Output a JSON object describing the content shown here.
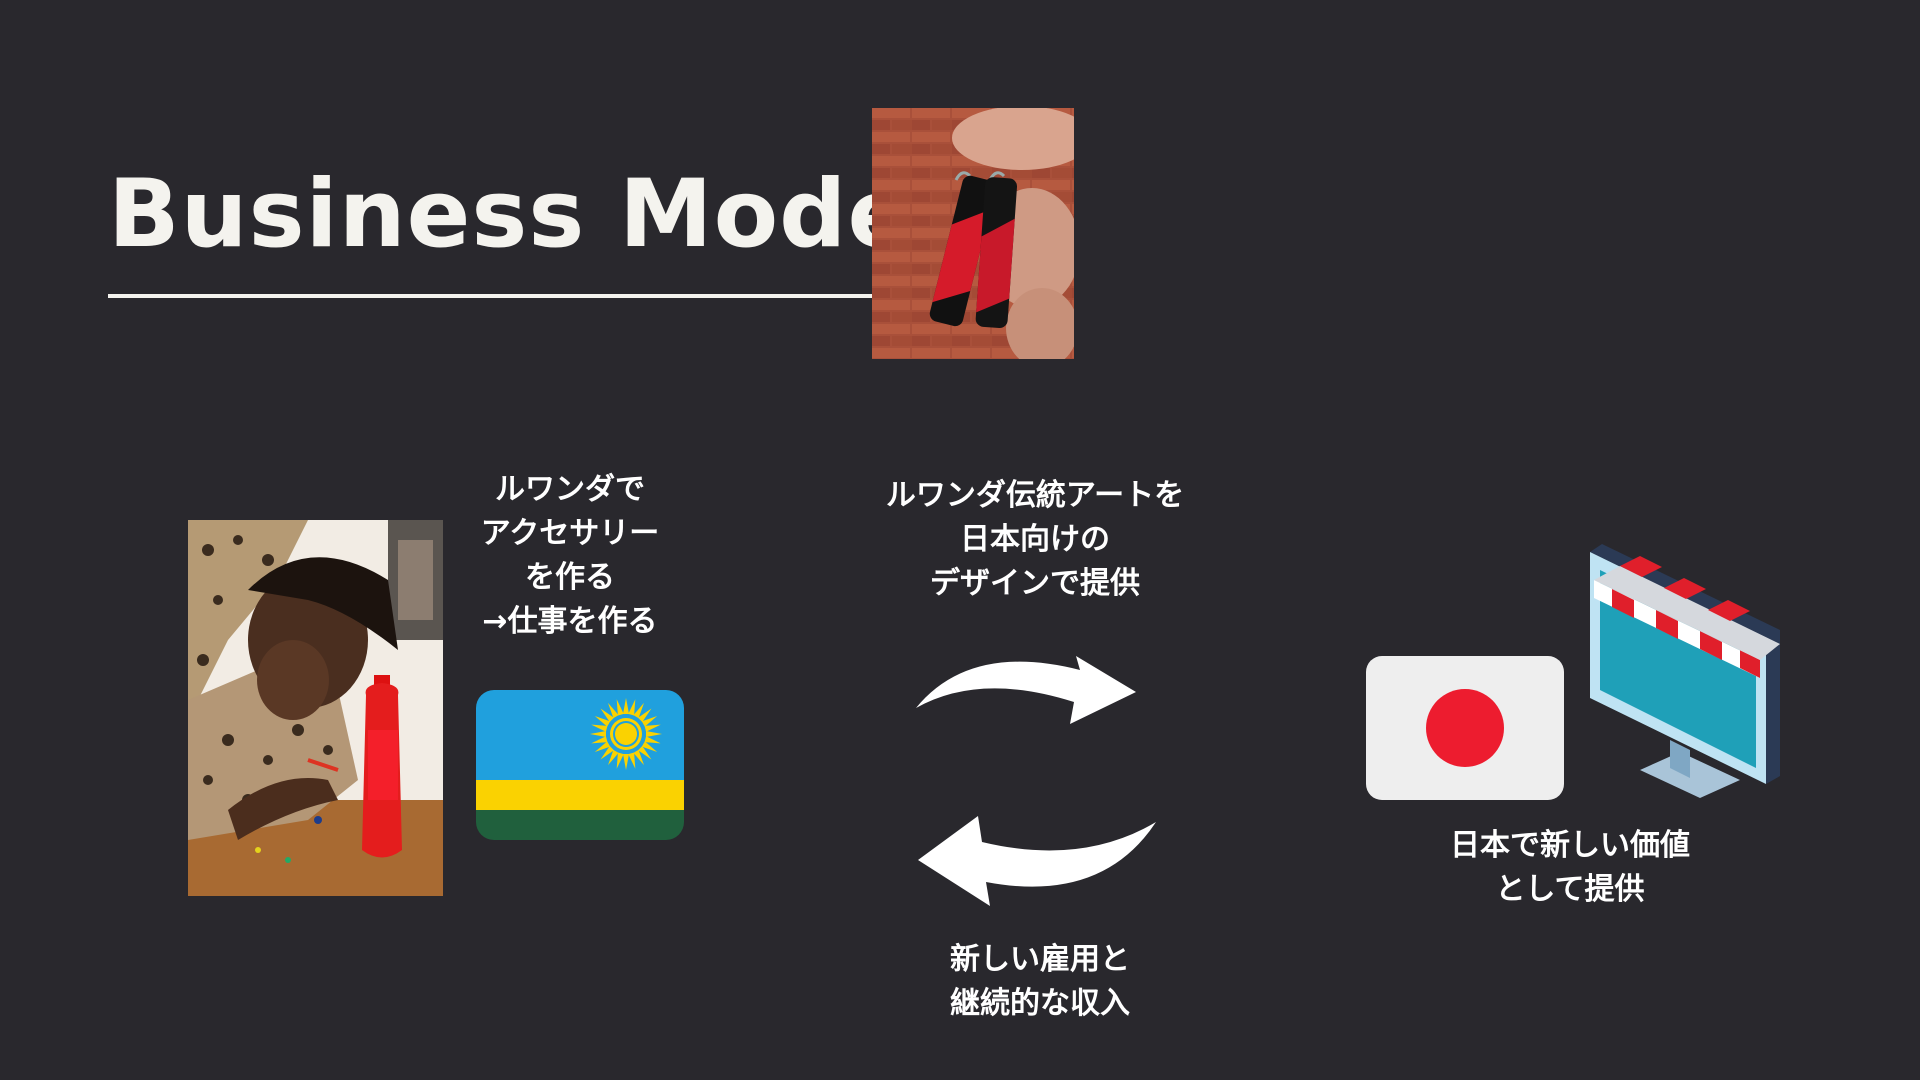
{
  "slide": {
    "title": "Business Model"
  },
  "rwanda_block": {
    "lines": [
      "ルワンダで",
      "アクセサリー",
      "を作る",
      "→仕事を作る"
    ]
  },
  "center_top": {
    "lines": [
      "ルワンダ伝統アートを",
      "日本向けの",
      "デザインで提供"
    ]
  },
  "center_bottom": {
    "lines": [
      "新しい雇用と",
      "継続的な収入"
    ]
  },
  "japan_block": {
    "lines": [
      "日本で新しい価値",
      "として提供"
    ]
  },
  "icons": {
    "top_arrow": "curved-arrow-right-icon",
    "bottom_arrow": "curved-arrow-left-icon",
    "rwanda_flag": "rwanda-flag-icon",
    "japan_flag": "japan-flag-icon",
    "shop": "online-shop-monitor-icon"
  },
  "colors": {
    "background": "#29282d",
    "title": "#f4f3ee",
    "rwanda_blue": "#20a0dd",
    "rwanda_yellow": "#fad201",
    "rwanda_green": "#20603d",
    "japan_red": "#ed1c2f",
    "shop_screen": "#1fa0b8"
  }
}
